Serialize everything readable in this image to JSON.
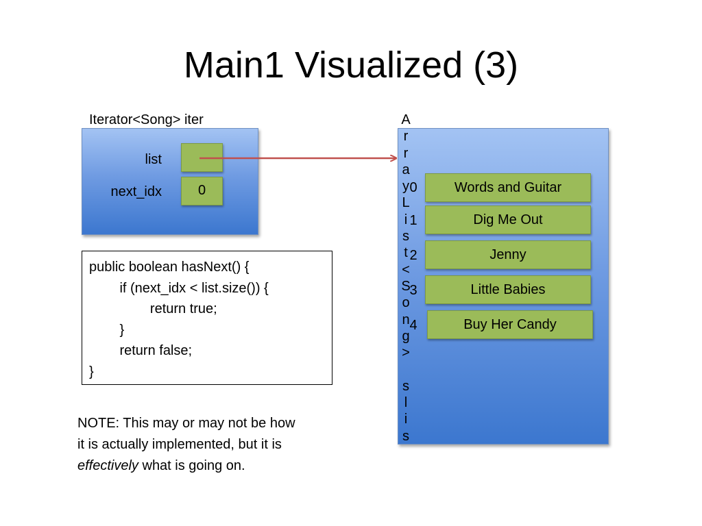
{
  "title": "Main1 Visualized (3)",
  "iterator": {
    "caption": "Iterator<Song> iter",
    "fields": [
      {
        "name": "list",
        "value": ""
      },
      {
        "name": "next_idx",
        "value": "0"
      }
    ]
  },
  "arraylist": {
    "caption_chars": [
      "A",
      "r",
      "r",
      "a",
      "y",
      "L",
      "i",
      "s",
      "t",
      "<",
      "S",
      "o",
      "n",
      "g",
      ">",
      "",
      "s",
      "l",
      "i",
      "s"
    ],
    "indices": [
      "0",
      "1",
      "2",
      "3",
      "4"
    ],
    "songs": [
      "Words and Guitar",
      "Dig Me Out",
      "Jenny",
      "Little Babies",
      "Buy Her Candy"
    ]
  },
  "code": {
    "lines": [
      "public boolean hasNext() {",
      "        if (next_idx < list.size()) {",
      "                return true;",
      "        }",
      "        return false;",
      "}"
    ]
  },
  "note": {
    "line1": "NOTE: This may or may not be how",
    "line2": "it is actually implemented, but it is",
    "emph": "effectively",
    "line3_rest": " what is going on."
  },
  "colors": {
    "box_gradient_top": "#a3c3f3",
    "box_gradient_bottom": "#3c77cf",
    "cell_green": "#9bbb59",
    "arrow": "#c0504d"
  }
}
